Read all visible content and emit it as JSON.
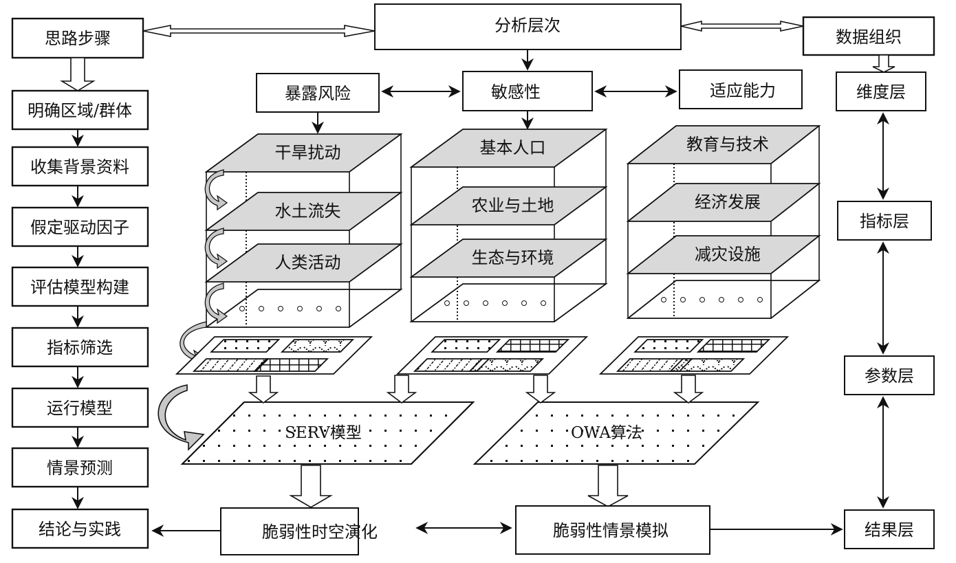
{
  "colors": {
    "stroke": "#111111",
    "layer_fill": "#d9d9d9",
    "curl_fill": "#c8c8c8",
    "background": "#ffffff"
  },
  "left_column": {
    "header": "思路步骤",
    "steps": [
      "明确区域/群体",
      "收集背景资料",
      "假定驱动因子",
      "评估模型构建",
      "指标筛选",
      "运行模型",
      "情景预测",
      "结论与实践"
    ]
  },
  "center": {
    "header": "分析层次",
    "components": {
      "exposure": "暴露风险",
      "sensitivity": "敏感性",
      "adaptive": "适应能力"
    },
    "stacks": [
      {
        "name": "exposure",
        "layers": [
          "干旱扰动",
          "水土流失",
          "人类活动"
        ]
      },
      {
        "name": "sensitivity",
        "layers": [
          "基本人口",
          "农业与土地",
          "生态与环境"
        ]
      },
      {
        "name": "adaptive",
        "layers": [
          "教育与技术",
          "经济发展",
          "减灾设施"
        ]
      }
    ],
    "models": [
      "SERV模型",
      "OWA算法"
    ],
    "outputs": [
      "脆弱性时空演化",
      "脆弱性情景模拟"
    ]
  },
  "right_column": {
    "header": "数据组织",
    "levels": [
      "维度层",
      "指标层",
      "参数层",
      "结果层"
    ]
  }
}
